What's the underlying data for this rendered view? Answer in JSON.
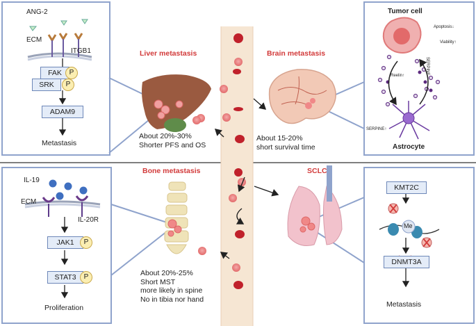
{
  "liver": {
    "title": "Liver metastasis",
    "caption": [
      "About 20%-30%",
      "Shorter PFS and OS"
    ],
    "panel": {
      "ligand": "ANG-2",
      "ecm": "ECM",
      "receptor": "ITGB1",
      "fak": "FAK",
      "srk": "SRK",
      "p": "P",
      "adam9": "ADAM9",
      "outcome": "Metastasis"
    }
  },
  "brain": {
    "title": "Brain metastasis",
    "caption": [
      "About 15-20%",
      "short survival time"
    ],
    "panel": {
      "tumor_cell": "Tumor cell",
      "apoptosis": "Apoptosis↓",
      "viability": "Viability↑",
      "reelin": "Reelin↑",
      "serpine_a": "SERPINE",
      "serpine_b": "SERPINE↑",
      "astrocyte": "Astrocyte"
    }
  },
  "bone": {
    "title": "Bone metastasis",
    "caption": [
      "About 20%-25%",
      "Short MST",
      "more likely in spine",
      "No in tibia nor hand"
    ],
    "panel": {
      "ligand": "IL-19",
      "ecm": "ECM",
      "receptor": "IL-20R",
      "jak1": "JAK1",
      "stat3": "STAT3",
      "p": "P",
      "outcome": "Proliferation"
    }
  },
  "sclc": {
    "title": "SCLC",
    "panel": {
      "kmt2c": "KMT2C",
      "me": "Me",
      "dnmt3a": "DNMT3A",
      "outcome": "Metastasis"
    }
  },
  "colors": {
    "panel_border": "#8fa3cc",
    "box_fill": "#e4ecf8",
    "title_red": "#d23a3a",
    "rbc": "#c0212b",
    "vessel": "#f6e6d3"
  }
}
